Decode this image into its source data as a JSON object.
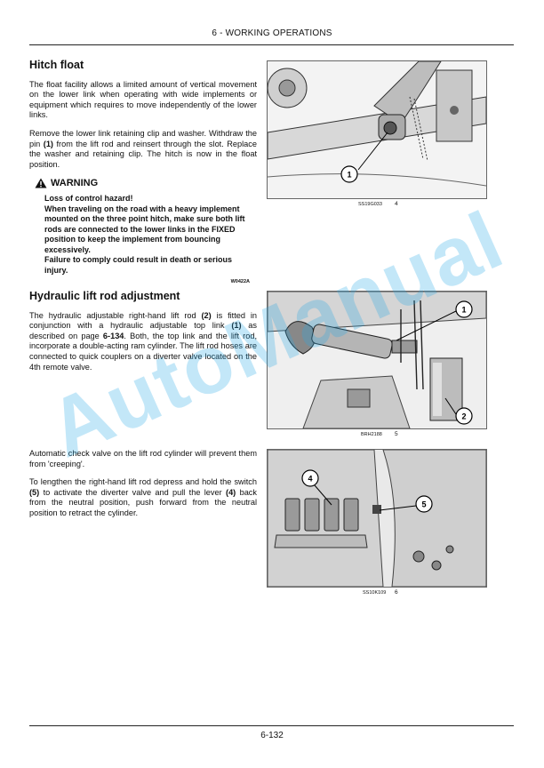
{
  "header": {
    "section": "6 - WORKING OPERATIONS"
  },
  "footer": {
    "page_number": "6-132"
  },
  "hitch": {
    "title": "Hitch float",
    "p1": "The float facility allows a limited amount of vertical movement on the lower link when operating with wide implements or equipment which requires to move independently of the lower links.",
    "p2_a": "Remove the lower link retaining clip and washer. Withdraw the pin ",
    "p2_ref": "(1)",
    "p2_b": " from the lift rod and reinsert through the slot. Replace the washer and retaining clip. The hitch is now in the float position."
  },
  "warning": {
    "label": "WARNING",
    "line1": "Loss of control hazard!",
    "line2": "When traveling on the road with a heavy implement mounted on the three point hitch, make sure both lift rods are connected to the lower links in the FIXED position to keep the implement from bouncing excessively.",
    "line3": "Failure to comply could result in death or serious injury.",
    "code": "W0422A"
  },
  "lift": {
    "title": "Hydraulic lift rod adjustment",
    "p1_a": "The hydraulic adjustable right-hand lift rod ",
    "p1_ref1": "(2)",
    "p1_b": " is fitted in conjunction with a hydraulic adjustable top link ",
    "p1_ref2": "(1)",
    "p1_c": " as described on page ",
    "p1_page": "6-134",
    "p1_d": ". Both, the top link and the lift rod, incorporate a double-acting ram cylinder. The lift rod hoses are connected to quick couplers on a diverter valve located on the 4th remote valve.",
    "p2": "Automatic check valve on the lift rod cylinder will prevent them from 'creeping'.",
    "p3_a": "To lengthen the right-hand lift rod depress and hold the switch ",
    "p3_ref1": "(5)",
    "p3_b": " to activate the diverter valve and pull the lever ",
    "p3_ref2": "(4)",
    "p3_c": " back from the neutral position, push forward from the neutral position to retract the cylinder."
  },
  "figures": [
    {
      "code": "SS19G033",
      "number": "4",
      "callouts": [
        "1"
      ]
    },
    {
      "code": "BRH2188",
      "number": "5",
      "callouts": [
        "1",
        "2"
      ]
    },
    {
      "code": "SS10K109",
      "number": "6",
      "callouts": [
        "4",
        "5"
      ]
    }
  ],
  "watermark": "AutoManual",
  "icons": {
    "warning": "warning-triangle-icon"
  }
}
